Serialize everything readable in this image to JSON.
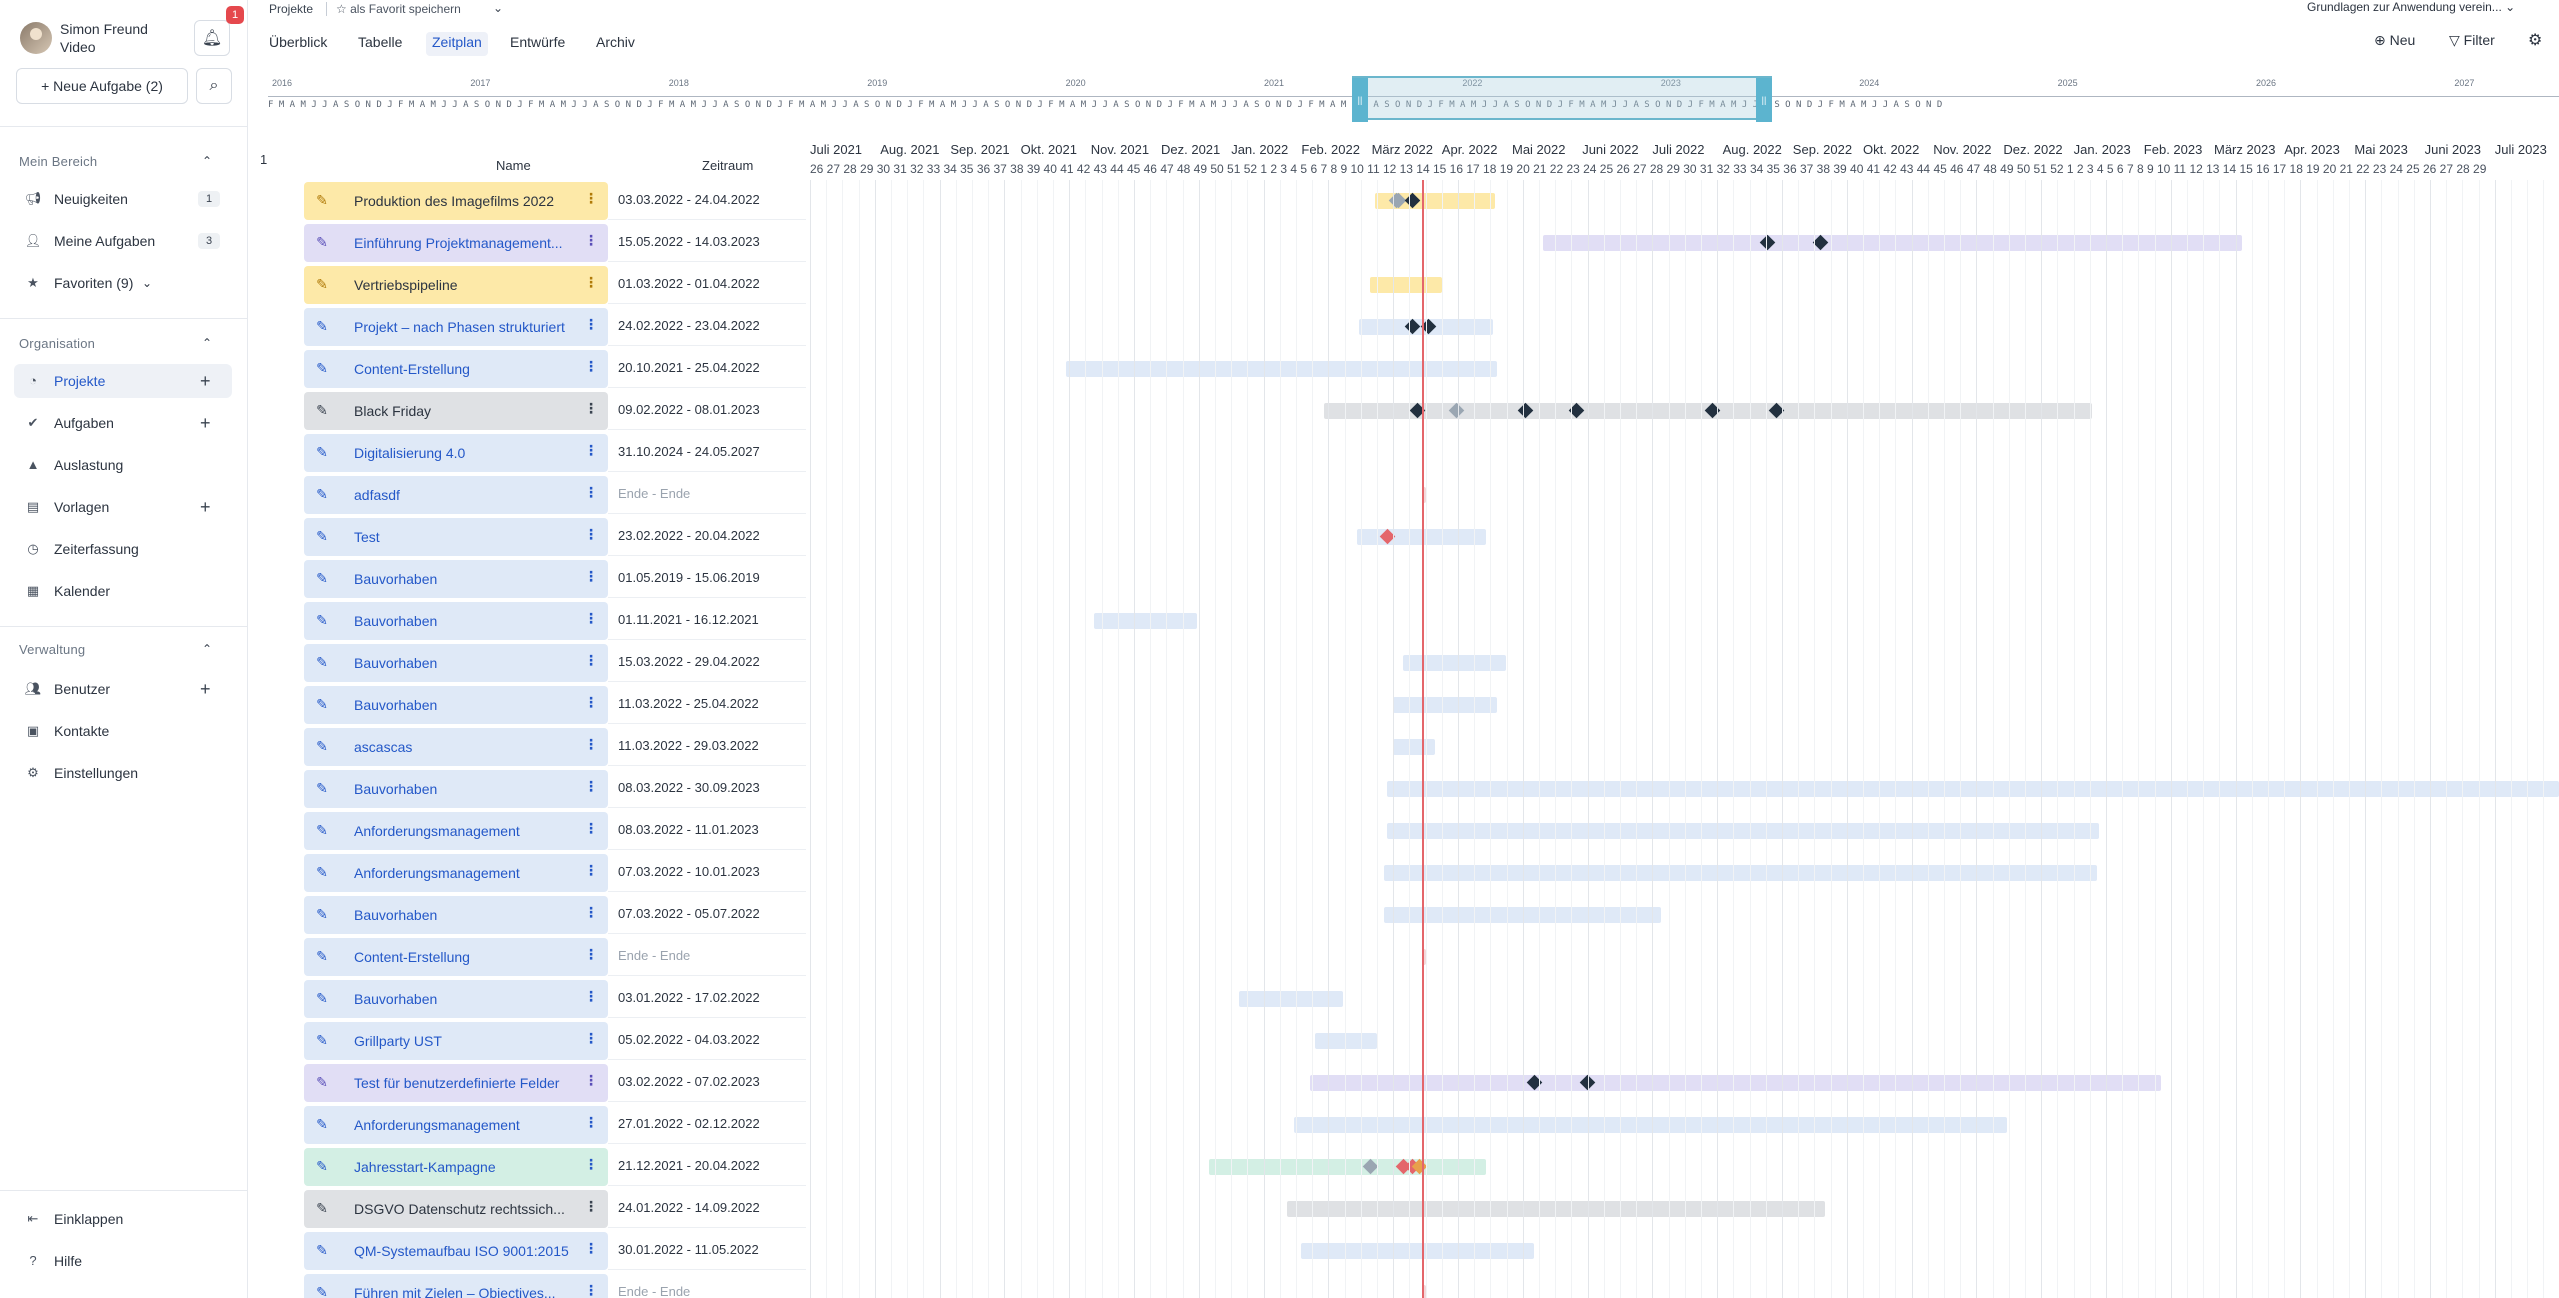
{
  "user": {
    "name_line1": "Simon Freund",
    "name_line2": "Video",
    "notifications": "1"
  },
  "sidebar": {
    "new_task": "+ Neue Aufgabe (2)",
    "sections": [
      {
        "title": "Mein Bereich",
        "items": [
          {
            "label": "Neuigkeiten",
            "count": "1"
          },
          {
            "label": "Meine Aufgaben",
            "count": "3"
          },
          {
            "label": "Favoriten (9)"
          }
        ]
      },
      {
        "title": "Organisation",
        "items": [
          {
            "label": "Projekte"
          },
          {
            "label": "Aufgaben"
          },
          {
            "label": "Auslastung"
          },
          {
            "label": "Vorlagen"
          },
          {
            "label": "Zeiterfassung"
          },
          {
            "label": "Kalender"
          }
        ]
      },
      {
        "title": "Verwaltung",
        "items": [
          {
            "label": "Benutzer"
          },
          {
            "label": "Kontakte"
          },
          {
            "label": "Einstellungen"
          }
        ]
      }
    ],
    "footer": {
      "collapse": "Einklappen",
      "help": "Hilfe"
    }
  },
  "header": {
    "breadcrumb": "Projekte",
    "favorite": "als Favorit speichern",
    "tabs": [
      "Überblick",
      "Tabelle",
      "Zeitplan",
      "Entwürfe",
      "Archiv"
    ],
    "active_tab": "Zeitplan",
    "template_link": "Grundlagen zur Anwendung verein...",
    "new": "Neu",
    "filter": "Filter"
  },
  "minimap": {
    "years": [
      "2016",
      "2017",
      "2018",
      "2019",
      "2020",
      "2021",
      "2022",
      "2023",
      "2024",
      "2025",
      "2026",
      "2027"
    ],
    "month_letters": "F M A M J J A S O N D J F M A M J J A S O N D J F M A M J J A S O N D J F M A M J J A S O N D J F M A M J J A S O N D J F M A M J J A S O N D J F M A M J J A S O N D J F M A M J J A S O N D J F M A M J J A S O N D J F M A M J J A S O N D J F M A M J J A S O N D J F M A M J J A S O N D J F M A M J J A S O N D"
  },
  "grid": {
    "row_count": "1",
    "col_name": "Name",
    "col_range": "Zeitraum"
  },
  "timeline": {
    "months": [
      "Juli 2021",
      "Aug. 2021",
      "Sep. 2021",
      "Okt. 2021",
      "Nov. 2021",
      "Dez. 2021",
      "Jan. 2022",
      "Feb. 2022",
      "März 2022",
      "Apr. 2022",
      "Mai 2022",
      "Juni 2022",
      "Juli 2022",
      "Aug. 2022",
      "Sep. 2022",
      "Okt. 2022",
      "Nov. 2022",
      "Dez. 2022",
      "Jan. 2023",
      "Feb. 2023",
      "März 2023",
      "Apr. 2023",
      "Mai 2023",
      "Juni 2023",
      "Juli 2023"
    ],
    "weeks": "26 27 28 29 30 31 32 33 34 35 36 37 38 39 40 41 42 43 44 45 46 47 48 49 50 51 52 1 2 3 4 5 6 7 8 9 10 11 12 13 14 15 16 17 18 19 20 21 22 23 24 25 26 27 28 29 30 31 32 33 34 35 36 37 38 39 40 41 42 43 44 45 46 47 48 49 50 51 52 1 2 3 4 5 6 7 8 9 10 11 12 13 14 15 16 17 18 19 20 21 22 23 24 25 26 27 28 29",
    "today": "2022-03-19"
  },
  "projects": [
    {
      "name": "Produktion des Imagefilms 2022",
      "range": "03.03.2022 - 24.04.2022",
      "color": "yellow"
    },
    {
      "name": "Einführung Projektmanagement...",
      "range": "15.05.2022 - 14.03.2023",
      "color": "purple"
    },
    {
      "name": "Vertriebspipeline",
      "range": "01.03.2022 - 01.04.2022",
      "color": "yellow"
    },
    {
      "name": "Projekt – nach Phasen strukturiert",
      "range": "24.02.2022 - 23.04.2022",
      "color": "blue"
    },
    {
      "name": "Content-Erstellung",
      "range": "20.10.2021 - 25.04.2022",
      "color": "blue"
    },
    {
      "name": "Black Friday",
      "range": "09.02.2022 - 08.01.2023",
      "color": "grey"
    },
    {
      "name": "Digitalisierung 4.0",
      "range": "31.10.2024 - 24.05.2027",
      "color": "blue"
    },
    {
      "name": "adfasdf",
      "range": "Ende - Ende",
      "color": "blue"
    },
    {
      "name": "Test",
      "range": "23.02.2022 - 20.04.2022",
      "color": "blue"
    },
    {
      "name": "Bauvorhaben",
      "range": "01.05.2019 - 15.06.2019",
      "color": "blue"
    },
    {
      "name": "Bauvorhaben",
      "range": "01.11.2021 - 16.12.2021",
      "color": "blue"
    },
    {
      "name": "Bauvorhaben",
      "range": "15.03.2022 - 29.04.2022",
      "color": "blue"
    },
    {
      "name": "Bauvorhaben",
      "range": "11.03.2022 - 25.04.2022",
      "color": "blue"
    },
    {
      "name": "ascascas",
      "range": "11.03.2022 - 29.03.2022",
      "color": "blue"
    },
    {
      "name": "Bauvorhaben",
      "range": "08.03.2022 - 30.09.2023",
      "color": "blue"
    },
    {
      "name": "Anforderungsmanagement",
      "range": "08.03.2022 - 11.01.2023",
      "color": "blue"
    },
    {
      "name": "Anforderungsmanagement",
      "range": "07.03.2022 - 10.01.2023",
      "color": "blue"
    },
    {
      "name": "Bauvorhaben",
      "range": "07.03.2022 - 05.07.2022",
      "color": "blue"
    },
    {
      "name": "Content-Erstellung",
      "range": "Ende - Ende",
      "color": "blue"
    },
    {
      "name": "Bauvorhaben",
      "range": "03.01.2022 - 17.02.2022",
      "color": "blue"
    },
    {
      "name": "Grillparty UST",
      "range": "05.02.2022 - 04.03.2022",
      "color": "blue"
    },
    {
      "name": "Test für benutzerdefinierte Felder",
      "range": "03.02.2022 - 07.02.2023",
      "color": "purple"
    },
    {
      "name": "Anforderungsmanagement",
      "range": "27.01.2022 - 02.12.2022",
      "color": "blue"
    },
    {
      "name": "Jahresstart-Kampagne",
      "range": "21.12.2021 - 20.04.2022",
      "color": "green"
    },
    {
      "name": "DSGVO Datenschutz rechtssich...",
      "range": "24.01.2022 - 14.09.2022",
      "color": "grey"
    },
    {
      "name": "QM-Systemaufbau ISO 9001:2015",
      "range": "30.01.2022 - 11.05.2022",
      "color": "blue"
    },
    {
      "name": "Führen mit Zielen – Objectives...",
      "range": "Ende - Ende",
      "color": "blue"
    }
  ],
  "colors": {
    "yellow": "#fde9a8",
    "purple": "#e1def5",
    "blue": "#dfe9f7",
    "grey": "#dfe1e4",
    "green": "#d3efe4",
    "accent": "#2458c8",
    "today": "#e4666b",
    "milestone": "#22303f"
  }
}
